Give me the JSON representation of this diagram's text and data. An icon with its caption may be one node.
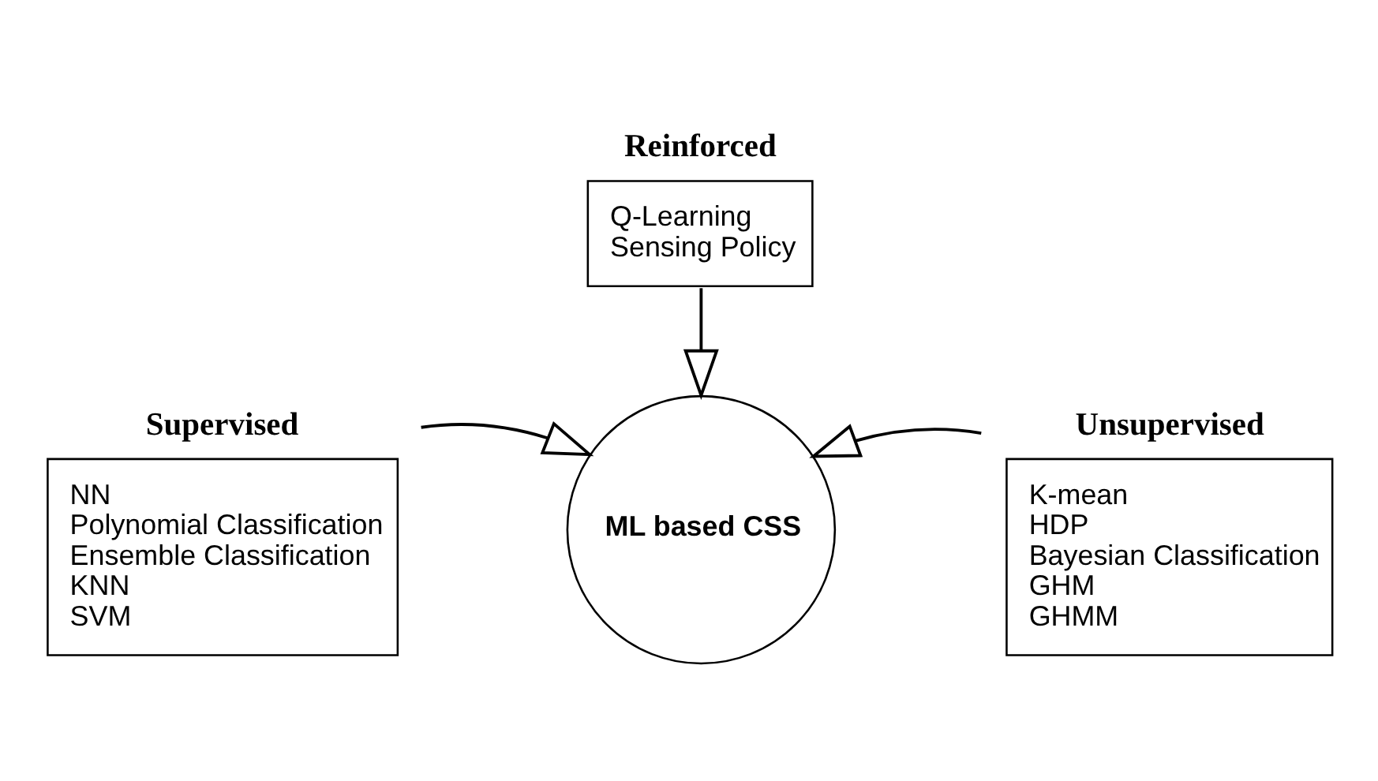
{
  "diagram": {
    "nodes": [
      {
        "text": [
          "Reinforced",
          "Q-Learning",
          "Sensing Policy"
        ]
      },
      {
        "text": [
          "Supervised",
          "NN",
          "Polynomial Classification",
          "Ensemble Classification",
          "KNN",
          "SVM"
        ]
      },
      {
        "text": [
          "ML based CSS"
        ]
      },
      {
        "text": [
          "Unsupervised",
          "K-mean",
          "HDP",
          "Bayesian Classification",
          "GHM",
          "GHMM"
        ]
      }
    ],
    "edges": [
      {
        "from": 0,
        "to": 2,
        "arrow": "to"
      },
      {
        "from": 1,
        "to": 2,
        "arrow": "to"
      },
      {
        "from": 3,
        "to": 2,
        "arrow": "to"
      }
    ]
  }
}
